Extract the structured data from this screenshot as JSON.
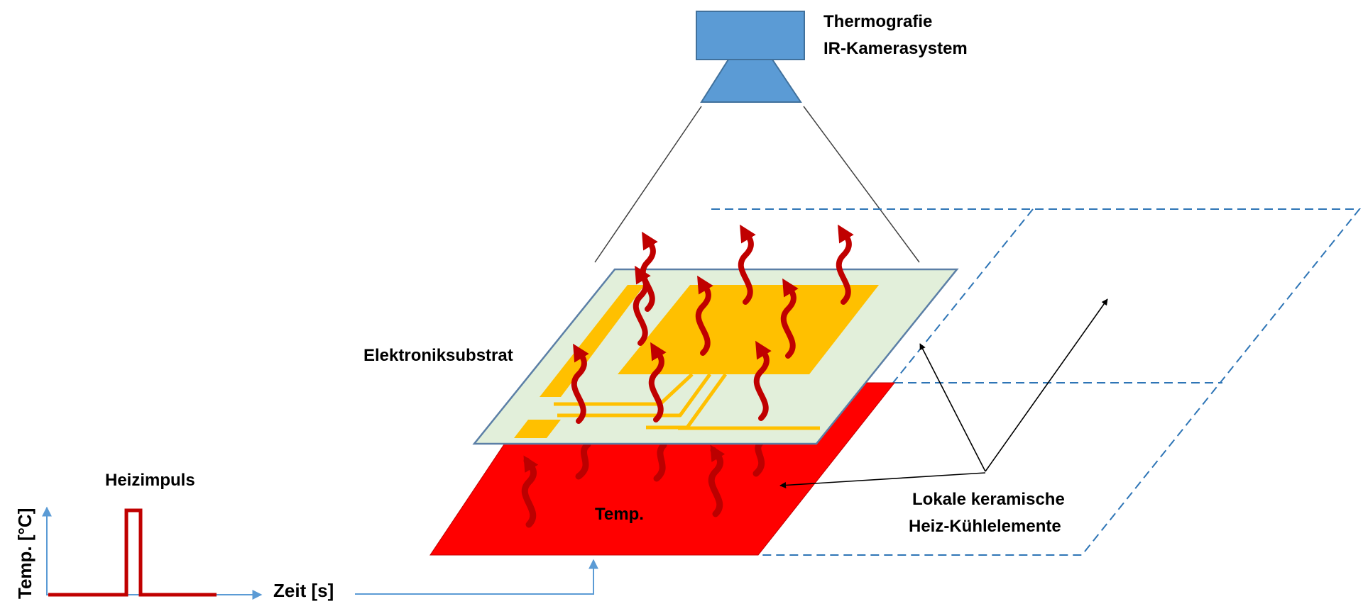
{
  "labels": {
    "camera_line1": "Thermografie",
    "camera_line2": "IR-Kamerasystem",
    "substrate": "Elektroniksubstrat",
    "heater_temp": "Temp.",
    "elements_line1": "Lokale keramische",
    "elements_line2": "Heiz-Kühlelemente",
    "pulse": "Heizimpuls",
    "y_axis": "Temp. [°C]",
    "x_axis": "Zeit [s]"
  },
  "colors": {
    "camera": "#5b9bd5",
    "camera_stroke": "#41719c",
    "substrate": "#e2efda",
    "substrate_stroke": "#5b7fa6",
    "traces": "#ffc000",
    "heater": "#ff0000",
    "heat_arrow": "#c00000",
    "heat_arrow_faded": "#a50000",
    "pulse": "#c00000",
    "axis": "#5b9bd5",
    "dashed": "#2e75b6",
    "pointer": "#000000"
  }
}
